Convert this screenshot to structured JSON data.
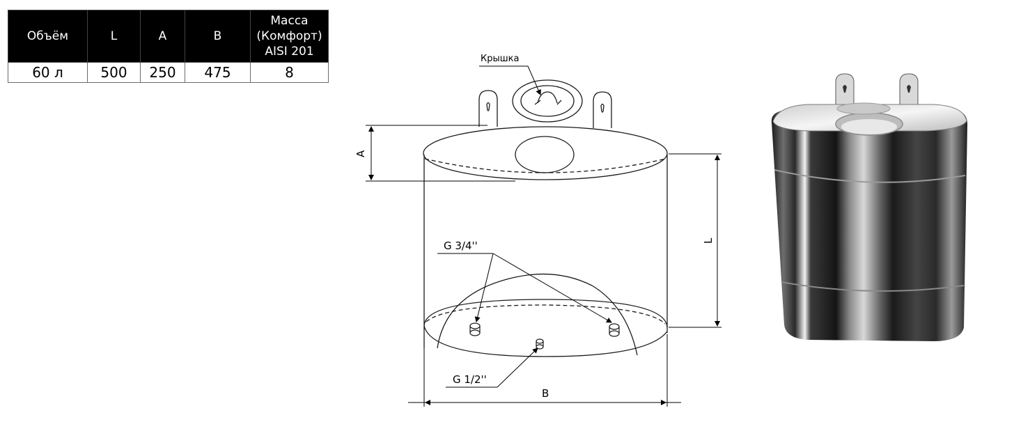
{
  "table": {
    "headers": [
      "Объём",
      "L",
      "A",
      "B",
      "Масса (Комфорт) AISI 201"
    ],
    "header_lines_mass": [
      "Масса",
      "(Комфорт)",
      "AISI 201"
    ],
    "row": [
      "60 л",
      "500",
      "250",
      "475",
      "8"
    ]
  },
  "drawing": {
    "lid_label": "Крышка",
    "dim_a": "A",
    "dim_l": "L",
    "dim_b": "B",
    "fitting_top": "G 3/4''",
    "fitting_bottom": "G 1/2''"
  },
  "colors": {
    "header_bg": "#000000",
    "header_text": "#ffffff",
    "line": "#1a1a1a"
  }
}
